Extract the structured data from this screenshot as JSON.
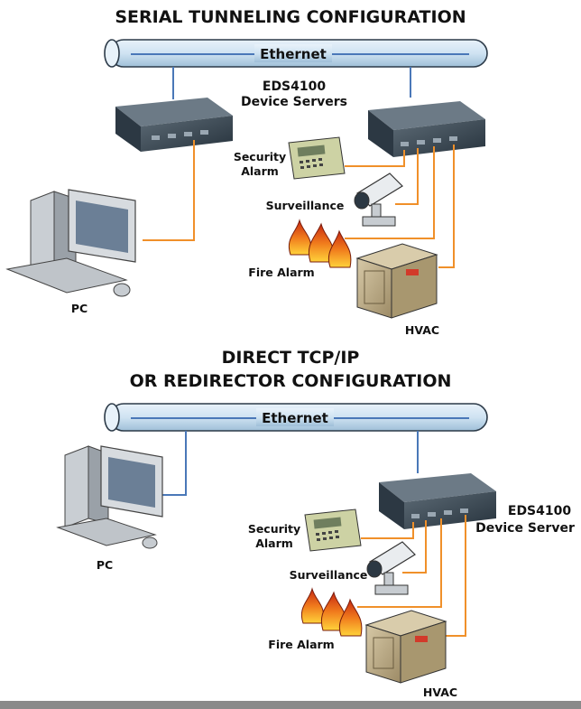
{
  "top": {
    "title": "SERIAL TUNNELING CONFIGURATION",
    "ethernet_label": "Ethernet",
    "device_label_line1": "EDS4100",
    "device_label_line2": "Device Servers",
    "security_line1": "Security",
    "security_line2": "Alarm",
    "surveillance": "Surveillance",
    "fire_alarm": "Fire Alarm",
    "hvac": "HVAC",
    "pc": "PC"
  },
  "bottom": {
    "title_line1": "DIRECT TCP/IP",
    "title_line2": "OR REDIRECTOR CONFIGURATION",
    "ethernet_label": "Ethernet",
    "device_label_line1": "EDS4100",
    "device_label_line2": "Device Server",
    "security_line1": "Security",
    "security_line2": "Alarm",
    "surveillance": "Surveillance",
    "fire_alarm": "Fire Alarm",
    "hvac": "HVAC",
    "pc": "PC"
  },
  "colors": {
    "cable": "#f0902a",
    "network": "#4a78b8",
    "pipe_fill": "#cfe3f2",
    "device": "#3b4a56",
    "hvac": "#b6a684",
    "flame": "#e0561b"
  }
}
